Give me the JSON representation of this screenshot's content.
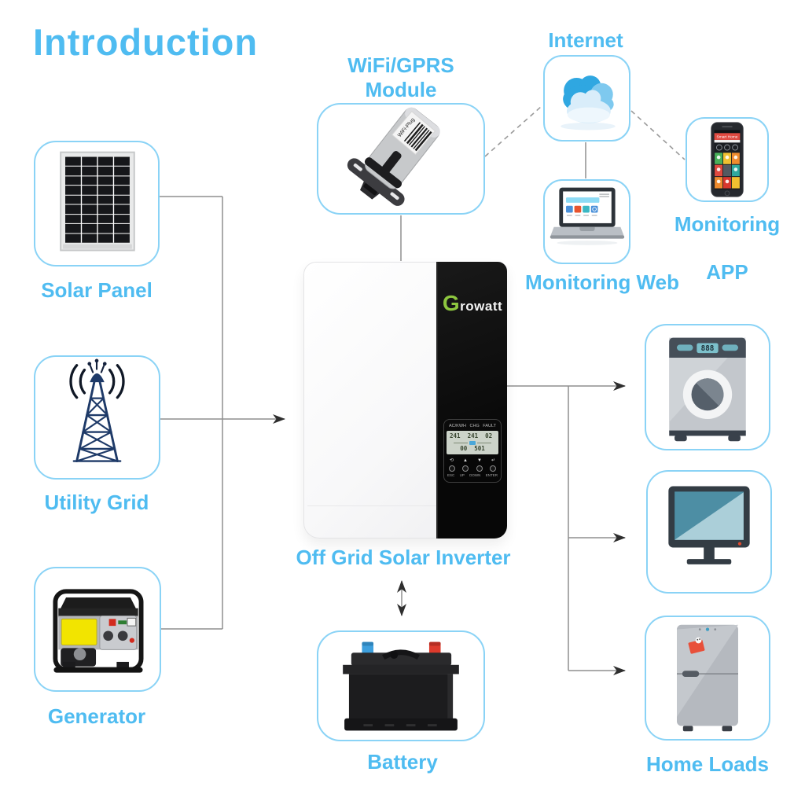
{
  "title": "Introduction",
  "colors": {
    "accent_blue": "#4FBCF1",
    "box_border": "#8AD3F6",
    "connector_gray": "#8F8F8F",
    "brand_green": "#8DC63F"
  },
  "sources": {
    "solar_panel": {
      "label": "Solar Panel"
    },
    "utility_grid": {
      "label": "Utility Grid"
    },
    "generator": {
      "label": "Generator"
    }
  },
  "communication": {
    "wifi_module": {
      "title_line1": "WiFi/GPRS",
      "title_line2": "Module",
      "device_tag": "WiFi-Plug"
    },
    "internet": {
      "label": "Internet"
    },
    "monitoring_web": {
      "label": "Monitoring Web"
    },
    "monitoring_app": {
      "label_line1": "Monitoring",
      "label_line2": "APP",
      "phone_header": "Smart Home"
    }
  },
  "inverter": {
    "label": "Off Grid Solar Inverter",
    "brand": "Growatt",
    "lcd_row1": "241  241  02",
    "lcd_row2": "00  501",
    "status_labels": [
      "AC/KWH",
      "CHG",
      "FAULT"
    ],
    "button_glyphs": [
      "⟲",
      "▲",
      "▼",
      "↵"
    ],
    "button_labels": [
      "ESC",
      "UP",
      "DOWN",
      "ENTER"
    ]
  },
  "battery": {
    "label": "Battery"
  },
  "home_loads": {
    "label": "Home Loads",
    "washer_display": "888"
  }
}
